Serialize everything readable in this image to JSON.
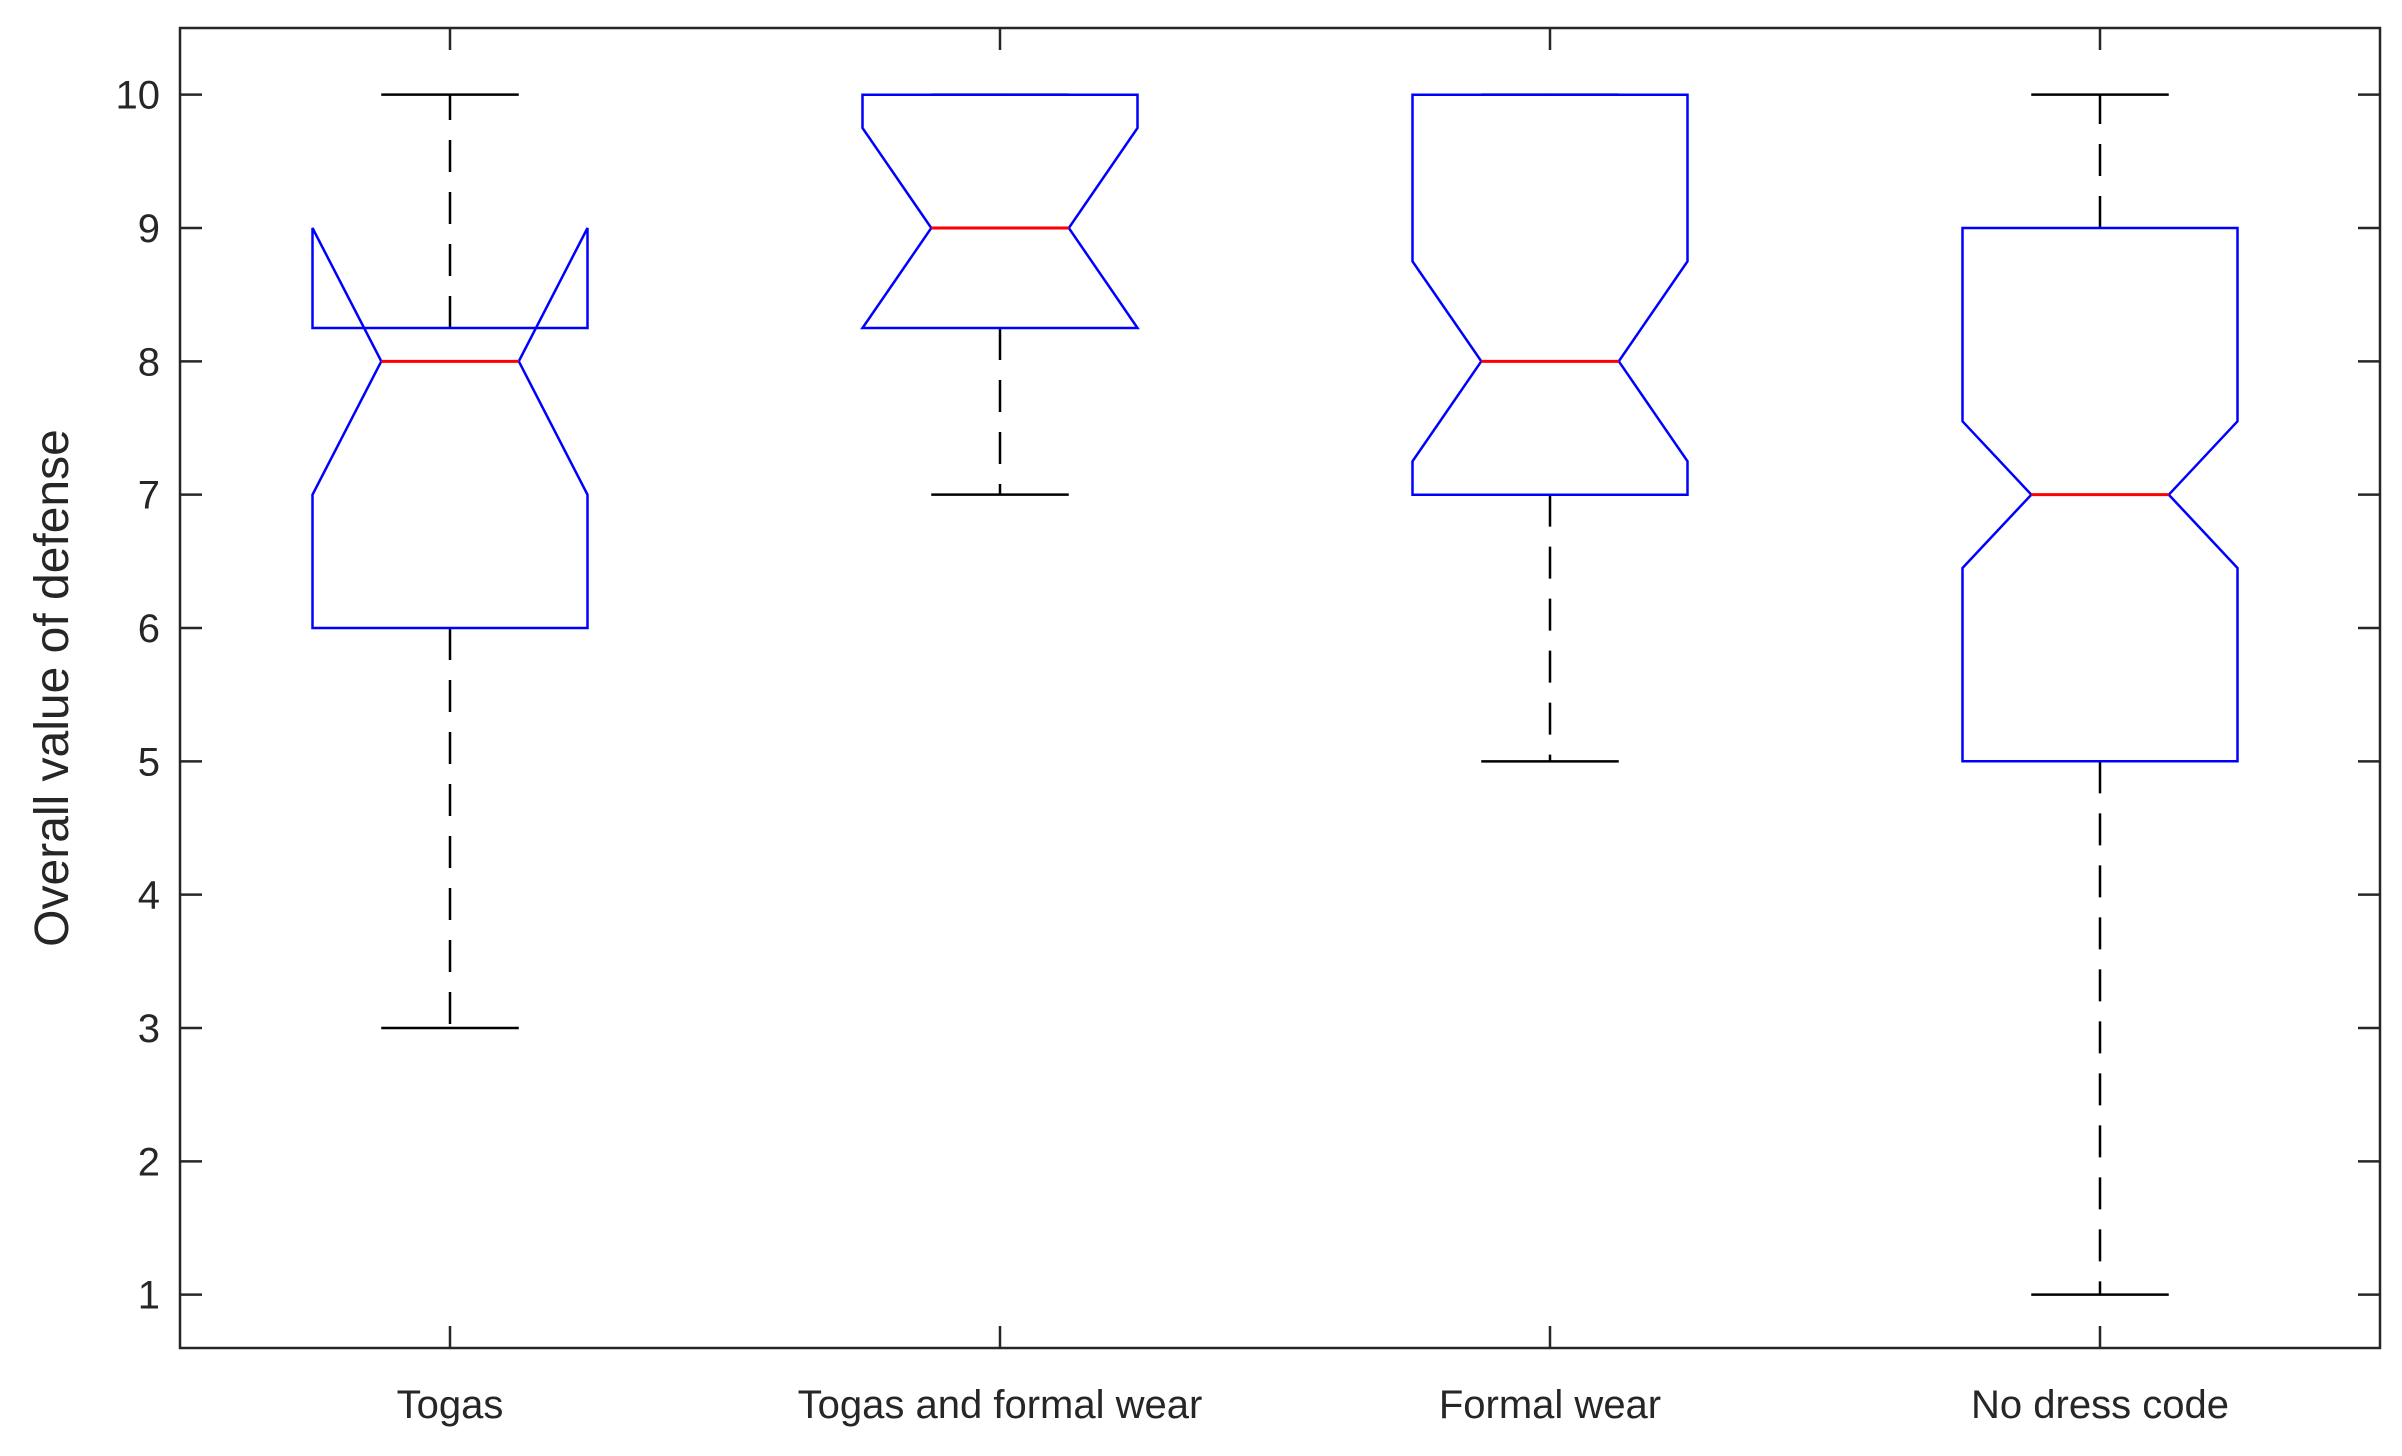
{
  "chart_data": {
    "type": "box",
    "notched": true,
    "title": "",
    "xlabel": "",
    "ylabel": "Overall value of defense",
    "ylim": [
      0.6,
      10.5
    ],
    "yticks": [
      1,
      2,
      3,
      4,
      5,
      6,
      7,
      8,
      9,
      10
    ],
    "grid": false,
    "legend": "none",
    "categories": [
      "Togas",
      "Togas and formal wear",
      "Formal wear",
      "No dress code"
    ],
    "boxes": [
      {
        "category": "Togas",
        "min": 3,
        "q1": 6,
        "median": 8,
        "q3": 8.25,
        "max": 10,
        "notch_low": 7.0,
        "notch_high": 9.0
      },
      {
        "category": "Togas and formal wear",
        "min": 7,
        "q1": 8.25,
        "median": 9,
        "q3": 10,
        "max": 10,
        "notch_low": 8.25,
        "notch_high": 9.75
      },
      {
        "category": "Formal wear",
        "min": 5,
        "q1": 7,
        "median": 8,
        "q3": 10,
        "max": 10,
        "notch_low": 7.25,
        "notch_high": 8.75
      },
      {
        "category": "No dress code",
        "min": 1,
        "q1": 5,
        "median": 7,
        "q3": 9,
        "max": 10,
        "notch_low": 6.45,
        "notch_high": 7.55
      }
    ],
    "colors": {
      "box": "#0000ff",
      "median": "#ff0000",
      "whisker": "#000000",
      "axis": "#262626"
    }
  }
}
